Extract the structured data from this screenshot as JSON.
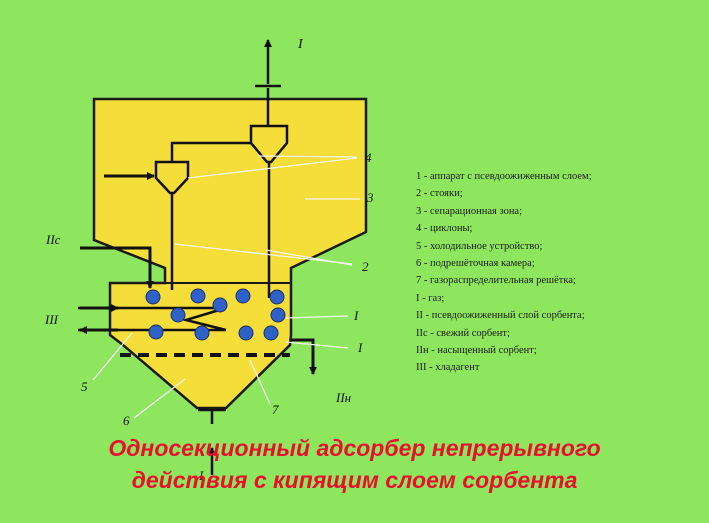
{
  "diagram": {
    "labels": {
      "gas_out": "I",
      "cyclones": "4",
      "separation_zone": "3",
      "standpipes": "2",
      "fresh_sorbent": "IIc",
      "coolant": "III",
      "bed_right_1": "I",
      "bed_right_2": "I",
      "saturated_sorbent": "IIн",
      "cooling_device": "5",
      "grid_chamber": "6",
      "grid": "7",
      "gas_in": "I"
    },
    "legend": [
      "1 - аппарат с псевдоожиженным слоем;",
      "2 - стояки;",
      "3 - сепарационная зона;",
      "4 - циклоны;",
      "5 - холодильное устройство;",
      "6 - подрешёточная камера;",
      "7 - газораспределительная решётка;",
      "I - газ;",
      "II - псевдоожиженный слой сорбента;",
      "IIc - свежий сорбент;",
      "IIн - насыщенный сорбент;",
      "III - хладагент"
    ]
  },
  "caption": {
    "line1": "Односекционный адсорбер непрерывного",
    "line2": "действия с кипящим слоем сорбента"
  },
  "colors": {
    "background": "#8ee65f",
    "vessel_fill": "#f5dd3a",
    "particle": "#2f62c9",
    "caption": "#e8102e"
  }
}
